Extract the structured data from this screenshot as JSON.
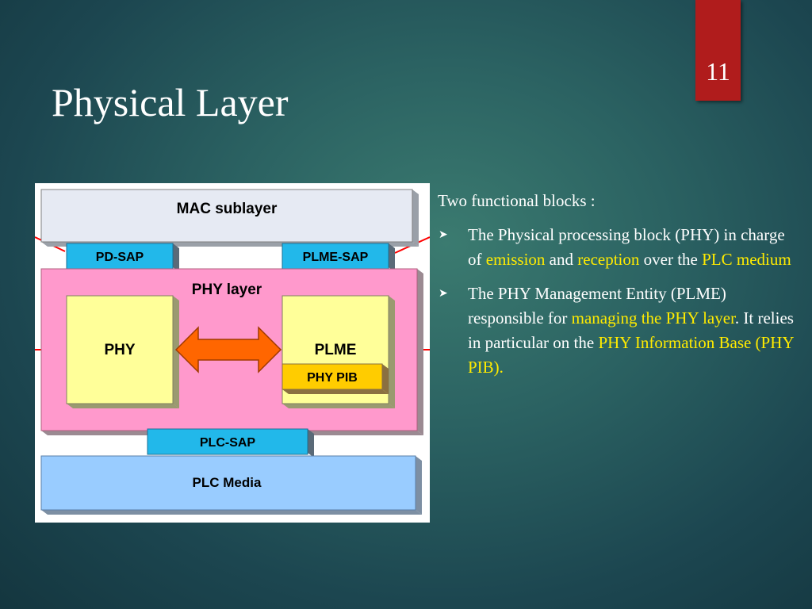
{
  "slide": {
    "number": "11",
    "title": "Physical Layer"
  },
  "diagram": {
    "mac_sublayer": "MAC sublayer",
    "pd_sap": "PD-SAP",
    "plme_sap": "PLME-SAP",
    "phy_layer": "PHY layer",
    "phy": "PHY",
    "plme": "PLME",
    "phy_pib": "PHY PIB",
    "plc_sap": "PLC-SAP",
    "plc_media": "PLC Media"
  },
  "text": {
    "intro": "Two functional blocks :",
    "bullet1": {
      "p1": "The Physical processing block (PHY) in charge of ",
      "h1": "emission",
      "p2": " and ",
      "h2": "reception",
      "p3": " over the ",
      "h3": "PLC medium"
    },
    "bullet2": {
      "p1": "The PHY Management Entity (PLME) responsible for ",
      "h1": "managing the PHY layer",
      "p2": ". It relies in particular on the ",
      "h2": "PHY Information Base (PHY PIB)."
    }
  },
  "colors": {
    "highlight": "#ffeb00",
    "slide_number_bg": "#b01c1c",
    "mac_fill": "#e6eaf3",
    "sap_fill": "#22b8ea",
    "phy_layer_fill": "#ff99cc",
    "block_fill": "#ffff99",
    "pib_fill": "#ffcc00",
    "arrow_fill": "#ff6600",
    "media_fill": "#99ccff"
  }
}
